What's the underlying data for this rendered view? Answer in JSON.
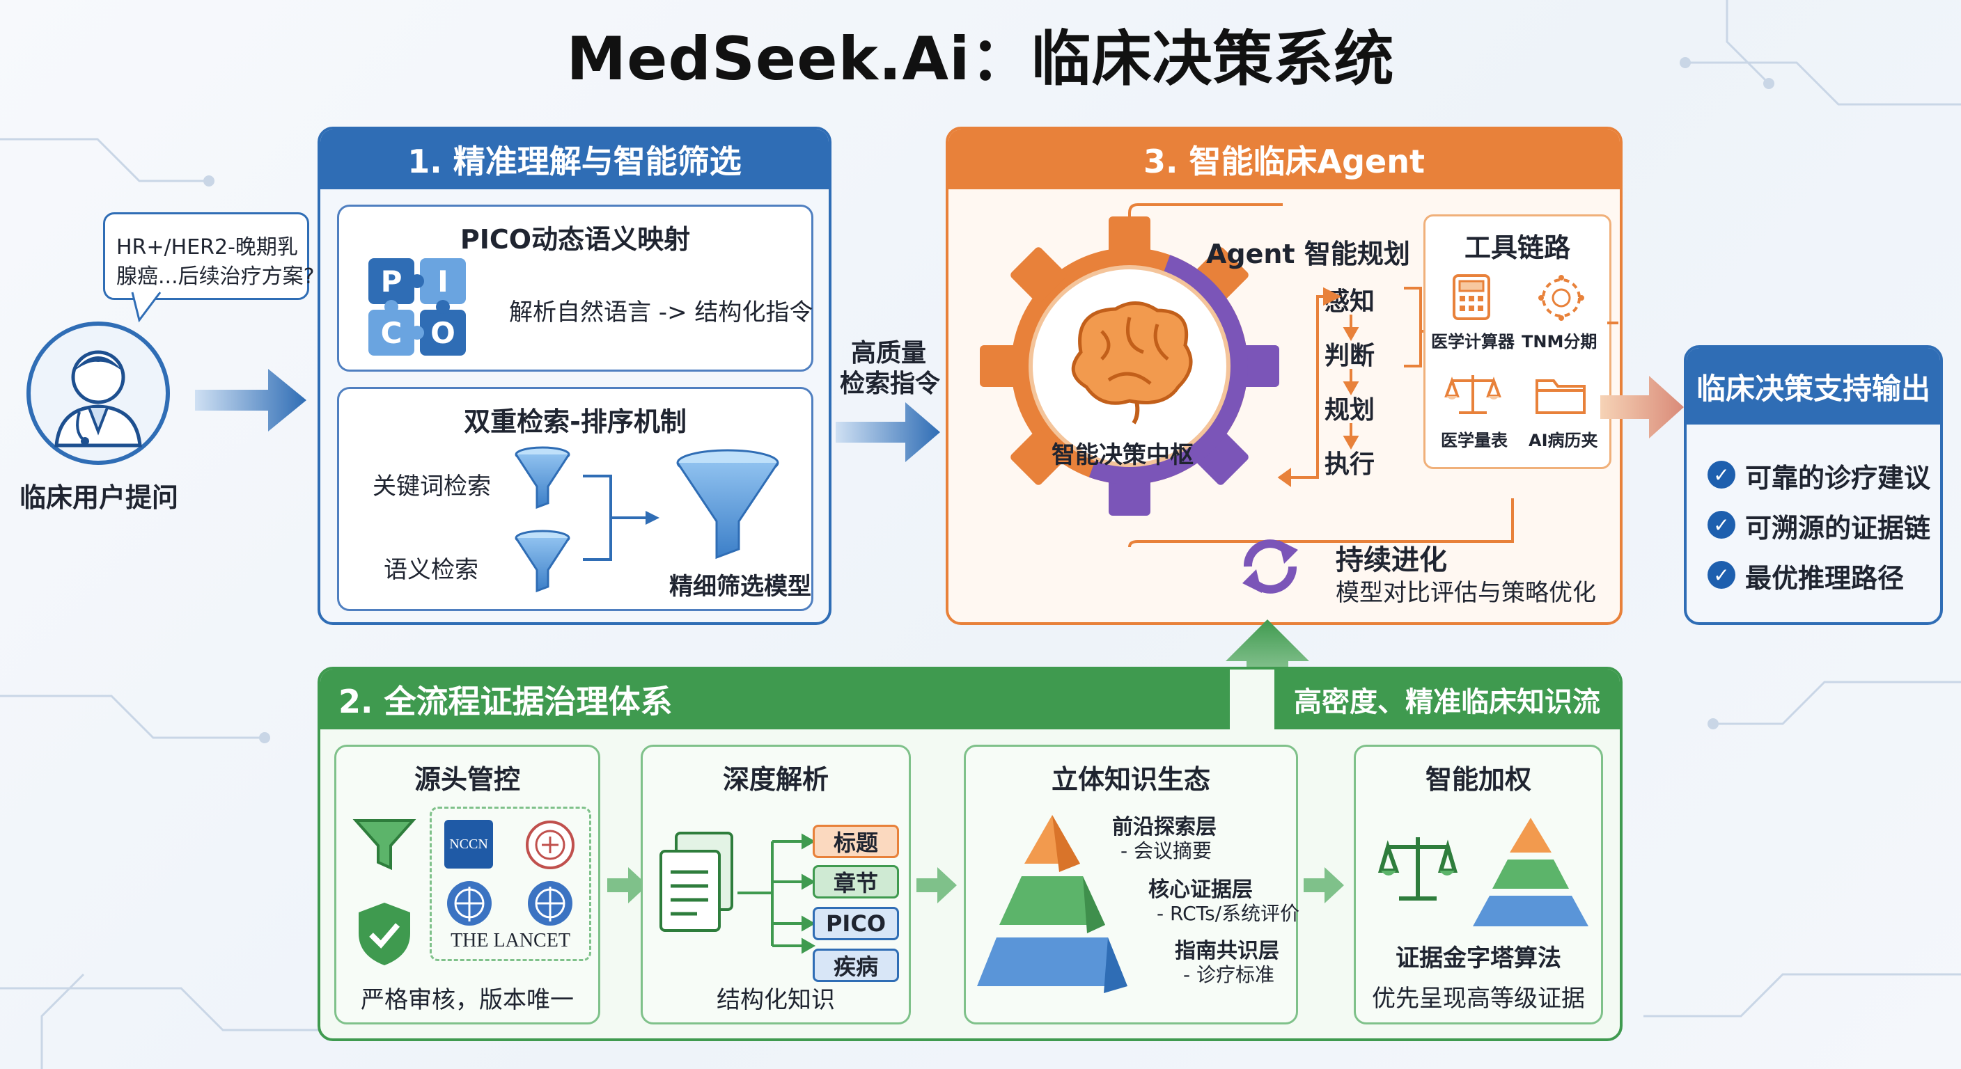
{
  "title": "MedSeek.Ai：临床决策系统",
  "user": {
    "bubble_line1": "HR+/HER2-晚期乳",
    "bubble_line2": "腺癌...后续治疗方案?",
    "label": "临床用户提问"
  },
  "section1": {
    "header": "1. 精准理解与智能筛选",
    "pico": {
      "title": "PICO动态语义映射",
      "letters": [
        "P",
        "I",
        "C",
        "O"
      ],
      "desc": "解析自然语言 -> 结构化指令"
    },
    "retrieval": {
      "title": "双重检索-排序机制",
      "keyword": "关键词检索",
      "semantic": "语义检索",
      "model": "精细筛选模型"
    }
  },
  "arrow_label": {
    "line1": "高质量",
    "line2": "检索指令"
  },
  "section3": {
    "header": "3. 智能临床Agent",
    "core": "智能决策中枢",
    "planning": {
      "title": "Agent 智能规划",
      "steps": [
        "感知",
        "判断",
        "规划",
        "执行"
      ]
    },
    "tools": {
      "title": "工具链路",
      "items": [
        "医学计算器",
        "TNM分期",
        "医学量表",
        "AI病历夹"
      ]
    },
    "evolution": {
      "title": "持续进化",
      "desc": "模型对比评估与策略优化"
    }
  },
  "output": {
    "title": "临床决策支持输出",
    "items": [
      "可靠的诊疗建议",
      "可溯源的证据链",
      "最优推理路径"
    ]
  },
  "section2": {
    "header": "2. 全流程证据治理体系",
    "flow_label": "高密度、精准临床知识流",
    "source": {
      "title": "源头管控",
      "logos": [
        "NCCN",
        "THE LANCET"
      ],
      "caption": "严格审核，版本唯一"
    },
    "parse": {
      "title": "深度解析",
      "tags": [
        "标题",
        "章节",
        "PICO",
        "疾病"
      ],
      "caption": "结构化知识"
    },
    "ecosystem": {
      "title": "立体知识生态",
      "layers": [
        {
          "name": "前沿探索层",
          "sub": "- 会议摘要"
        },
        {
          "name": "核心证据层",
          "sub": "- RCTs/系统评价"
        },
        {
          "name": "指南共识层",
          "sub": "- 诊疗标准"
        }
      ]
    },
    "weighting": {
      "title": "智能加权",
      "caption1": "证据金字塔算法",
      "caption2": "优先呈现高等级证据"
    }
  },
  "colors": {
    "blue": "#2f6db5",
    "orange": "#e8813a",
    "green": "#3f9a4f",
    "purple": "#7b55b8"
  }
}
